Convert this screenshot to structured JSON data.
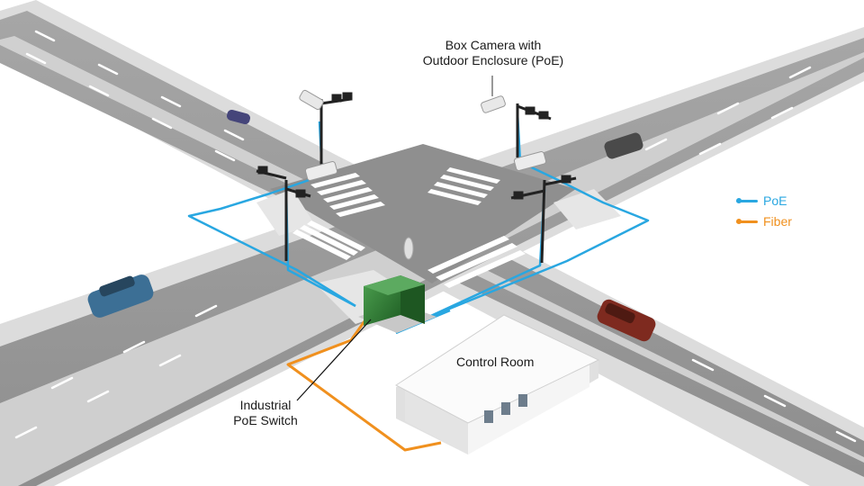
{
  "labels": {
    "camera_title_line1": "Box Camera with",
    "camera_title_line2": "Outdoor Enclosure (PoE)",
    "control_room": "Control Room",
    "switch_line1": "Industrial",
    "switch_line2": "PoE Switch"
  },
  "legend": [
    {
      "label": "PoE",
      "color": "#29a7e1",
      "icon": "poe-cable-line"
    },
    {
      "label": "Fiber",
      "color": "#f0901e",
      "icon": "fiber-cable-line"
    }
  ],
  "colors": {
    "road": "#9a9a9a",
    "road_dark": "#8c8c8c",
    "curb": "#e2e2e2",
    "sidewalk": "#d6d6d6",
    "lane_marking": "#ffffff",
    "poe": "#29a7e1",
    "fiber": "#f0901e",
    "switch_cabinet": "#2f7a33",
    "building": "#f4f4f4"
  }
}
